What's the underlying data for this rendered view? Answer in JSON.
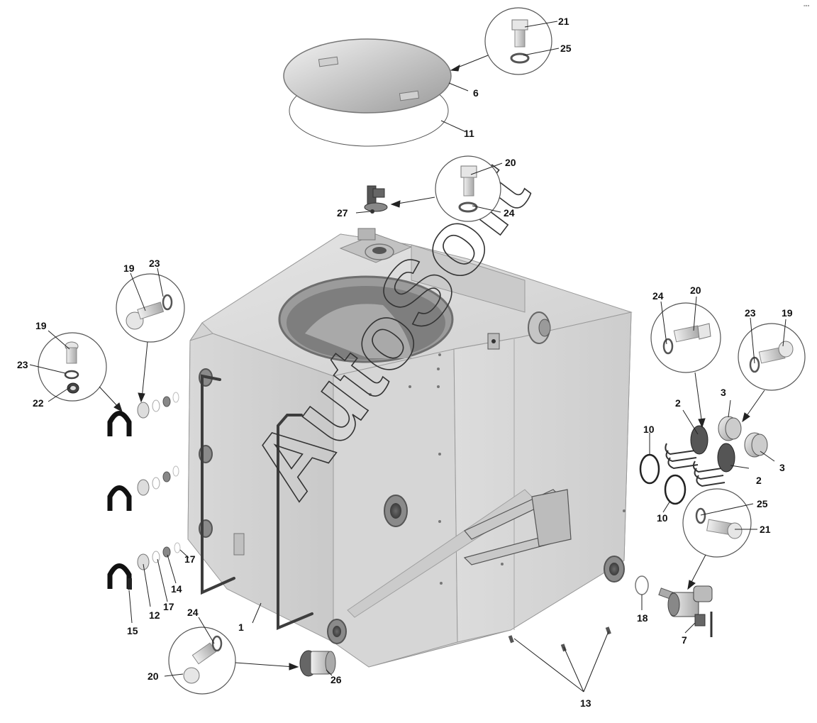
{
  "watermark": "AutoSoft",
  "corner_mark": "°°°",
  "callouts": {
    "c1": "1",
    "c2a": "2",
    "c2b": "2",
    "c3a": "3",
    "c3b": "3",
    "c6": "6",
    "c7": "7",
    "c10a": "10",
    "c10b": "10",
    "c11": "11",
    "c12": "12",
    "c13": "13",
    "c14": "14",
    "c15": "15",
    "c17a": "17",
    "c17b": "17",
    "c18": "18",
    "c19a": "19",
    "c19b": "19",
    "c19c": "19",
    "c20a": "20",
    "c20b": "20",
    "c20c": "20",
    "c21a": "21",
    "c21b": "21",
    "c22": "22",
    "c23a": "23",
    "c23b": "23",
    "c23c": "23",
    "c24a": "24",
    "c24b": "24",
    "c24c": "24",
    "c25a": "25",
    "c25b": "25",
    "c26": "26",
    "c27": "27"
  }
}
